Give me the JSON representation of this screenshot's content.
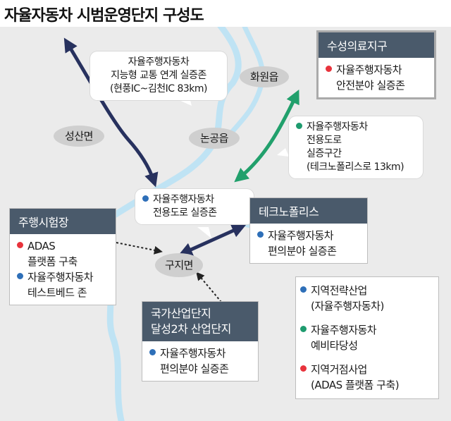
{
  "title": "자율자동차 시범운영단지 구성도",
  "colors": {
    "red": "#e8333c",
    "blue": "#2e6fb8",
    "green": "#1e9b6e",
    "navy_arrow": "#27315e",
    "green_arrow": "#21a06c",
    "river": "#bfe3f4",
    "map_bg": "#ebebeb",
    "panel_head": "#4a5a6b"
  },
  "places": {
    "seongsan": "성산면",
    "nongong": "논공읍",
    "hwawon": "화원읍",
    "guji": "구지면"
  },
  "callouts": {
    "top_center": [
      "자율주행자동차",
      "지능형 교통 연계 실증존",
      "(현풍IC~김천IC 83km)"
    ],
    "right_green": [
      "자율주행자동차",
      "전용도로",
      "실증구간",
      "(테크노폴리스로 13km)"
    ],
    "center": [
      "자율주행자동차",
      "전용도로 실증존"
    ]
  },
  "panels": {
    "suseong": {
      "title": "수성의료지구",
      "lines": [
        "자율주행자동차",
        "안전분야 실증존"
      ]
    },
    "technopolis": {
      "title": "테크노폴리스",
      "lines": [
        "자율주행자동차",
        "편의분야 실증존"
      ]
    },
    "test_track": {
      "title": "주행시험장",
      "line1": [
        "ADAS",
        "플랫폼 구축"
      ],
      "line2": [
        "자율주행자동차",
        "테스트베드 존"
      ]
    },
    "dalseong": {
      "title_lines": [
        "국가산업단지",
        "달성2차 산업단지"
      ],
      "lines": [
        "자율주행자동차",
        "편의분야 실증존"
      ]
    }
  },
  "legend": [
    {
      "color": "blue",
      "lines": [
        "지역전략산업",
        "(자율주행자동차)"
      ]
    },
    {
      "color": "green",
      "lines": [
        "자율주행자동차",
        "예비타당성"
      ]
    },
    {
      "color": "red",
      "lines": [
        "지역거점사업",
        "(ADAS 플랫폼 구축)"
      ]
    }
  ]
}
